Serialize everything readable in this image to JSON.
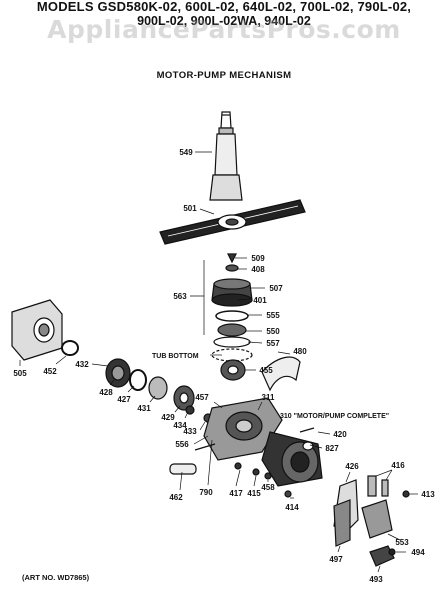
{
  "header": {
    "line1": "MODELS GSD580K-02, 600L-02, 640L-02, 700L-02, 790L-02,",
    "line2": "900L-02, 900L-02WA, 940L-02"
  },
  "watermark": "AppliancePartsPros.com",
  "title": "MOTOR-PUMP MECHANISM",
  "art_no": "(ART NO. WD7865)",
  "callouts": {
    "tub_bottom": "TUB BOTTOM",
    "motor_pump_complete": "310 \"MOTOR/PUMP COMPLETE\""
  },
  "parts": {
    "p549": "549",
    "p501": "501",
    "p509": "509",
    "p408": "408",
    "p507": "507",
    "p563": "563",
    "p401": "401",
    "p555": "555",
    "p550": "550",
    "p557": "557",
    "p480": "480",
    "p455": "455",
    "p505": "505",
    "p452": "452",
    "p432": "432",
    "p428": "428",
    "p427": "427",
    "p431": "431",
    "p429": "429",
    "p434": "434",
    "p457": "457",
    "p311": "311",
    "p433": "433",
    "p556": "556",
    "p420": "420",
    "p827": "827",
    "p426": "426",
    "p416": "416",
    "p413": "413",
    "p462": "462",
    "p790": "790",
    "p417": "417",
    "p415": "415",
    "p458": "458",
    "p414": "414",
    "p553": "553",
    "p494": "494",
    "p497": "497",
    "p493": "493"
  }
}
